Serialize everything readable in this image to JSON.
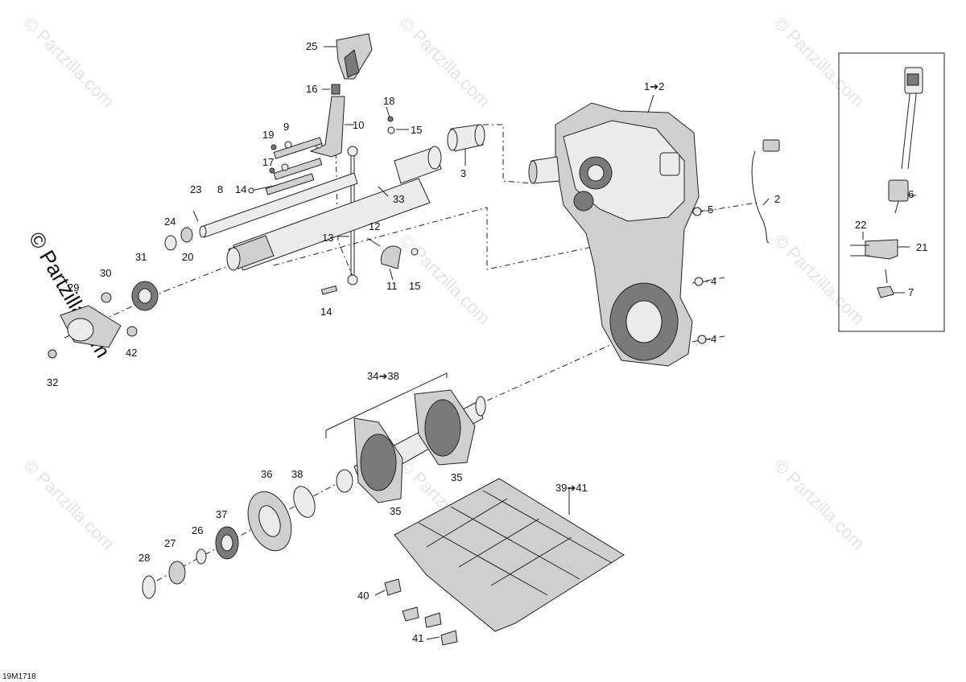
{
  "watermark": {
    "text": "© Partzilla.com",
    "side_text": "© Partzilla.com"
  },
  "diagram_ref": "19M1718",
  "callouts": {
    "c1_2": "1➔2",
    "c2": "2",
    "c3": "3",
    "c4a": "4",
    "c4b": "4",
    "c5": "5",
    "c6": "6",
    "c7": "7",
    "c8": "8",
    "c9": "9",
    "c10": "10",
    "c11": "11",
    "c12": "12",
    "c13": "13",
    "c14a": "14",
    "c14b": "14",
    "c15a": "15",
    "c15b": "15",
    "c16": "16",
    "c17": "17",
    "c18": "18",
    "c19": "19",
    "c20": "20",
    "c21": "21",
    "c22": "22",
    "c23": "23",
    "c24": "24",
    "c25": "25",
    "c26": "26",
    "c27": "27",
    "c28": "28",
    "c29": "29",
    "c30": "30",
    "c31": "31",
    "c32": "32",
    "c33": "33",
    "c34_38": "34➔38",
    "c35a": "35",
    "c35b": "35",
    "c36": "36",
    "c37": "37",
    "c38": "38",
    "c39_41": "39➔41",
    "c40": "40",
    "c41": "41",
    "c42": "42"
  }
}
